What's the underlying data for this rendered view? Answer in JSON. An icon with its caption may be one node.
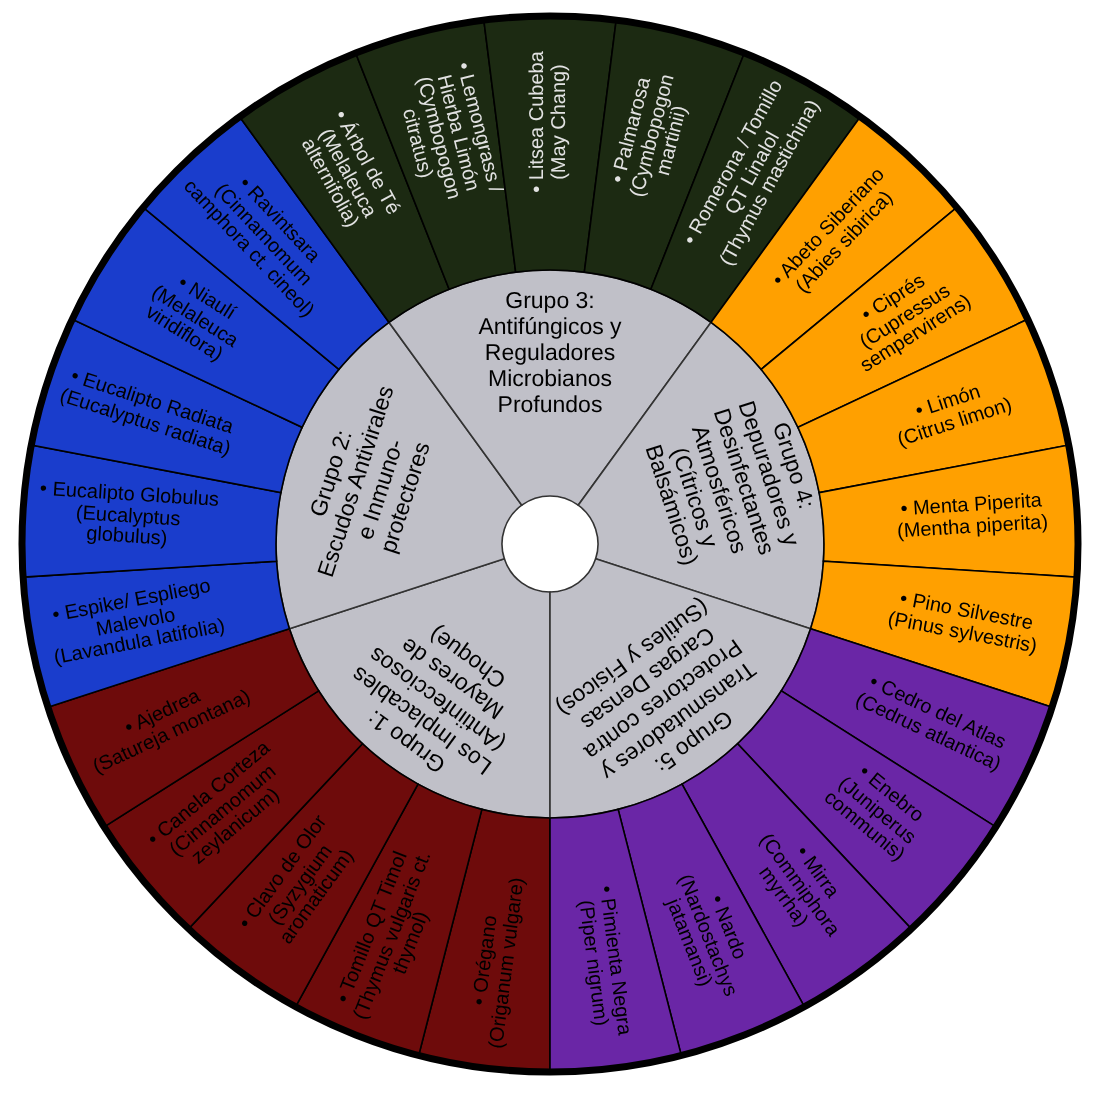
{
  "diagram": {
    "nodes": [
      {
        "text": [
          "Grupo 1:",
          "Los Implacables (Antiinfecciosos Mayores de Choque)"
        ]
      },
      {
        "text": [
          "• Orégano",
          "(Origanum vulgare)"
        ]
      },
      {
        "text": [
          "• Tomillo QT Timol",
          "(Thymus vulgaris ct. thymol)"
        ]
      },
      {
        "text": [
          "• Clavo de Olor",
          "(Syzygium aromaticum)"
        ]
      },
      {
        "text": [
          "• Canela Corteza",
          "(Cinnamomum zeylanicum)"
        ]
      },
      {
        "text": [
          "• Ajedrea",
          "(Satureja montana)"
        ]
      },
      {
        "text": [
          "Grupo 2:",
          "Escudos Antivirales e Inmuno-protectores"
        ]
      },
      {
        "text": [
          "• Espike/ Espliego Malevolo",
          "(Lavandula latifolia)"
        ]
      },
      {
        "text": [
          "• Eucalipto Globulus",
          "(Eucalyptus globulus)"
        ]
      },
      {
        "text": [
          "• Eucalipto Radiata",
          "(Eucalyptus radiata)"
        ]
      },
      {
        "text": [
          "• Niaulí",
          "(Melaleuca viridiflora)"
        ]
      },
      {
        "text": [
          "• Ravintsara",
          "(Cinnamomum camphora ct. cineol)"
        ]
      },
      {
        "text": [
          "Grupo 3:",
          "Antifúngicos y Reguladores Microbianos Profundos"
        ]
      },
      {
        "text": [
          "• Árbol de Té",
          "(Melaleuca alternifolia)"
        ]
      },
      {
        "text": [
          "• Lemongrass / Hierba Limón",
          "(Cymbopogon citratus)"
        ]
      },
      {
        "text": [
          "• Litsea Cubeba",
          "(May Chang)"
        ]
      },
      {
        "text": [
          "• Palmarosa",
          "(Cymbopogon martinii)"
        ]
      },
      {
        "text": [
          "• Romerona / Tomillo QT Linalol",
          "(Thymus mastichina)"
        ]
      },
      {
        "text": [
          "Grupo 4:",
          "Depuradores y Desinfectantes Atmosféricos (Cítricos y Balsámicos)"
        ]
      },
      {
        "text": [
          "• Abeto Siberiano",
          "(Abies sibirica)"
        ]
      },
      {
        "text": [
          "• Ciprés",
          "(Cupressus sempervirens)"
        ]
      },
      {
        "text": [
          "• Limón",
          "(Citrus limon)"
        ]
      },
      {
        "text": [
          "• Menta Piperita",
          "(Mentha piperita)"
        ]
      },
      {
        "text": [
          "• Pino Silvestre",
          "(Pinus sylvestris)"
        ]
      },
      {
        "text": [
          "Grupo 5:",
          "Transmutadores y Protectores contra Cargas Densas (Sutiles y Físicos)"
        ]
      },
      {
        "text": [
          "• Cedro del Atlas",
          "(Cedrus atlantica)"
        ]
      },
      {
        "text": [
          "• Enebro",
          "(Juniperus communis)"
        ]
      },
      {
        "text": [
          "• Mirra",
          "(Commiphora myrrha)"
        ]
      },
      {
        "text": [
          "• Nardo",
          "(Nardostachys jatamansi)"
        ]
      },
      {
        "text": [
          "• Pimienta Negra",
          "(Piper nigrum)"
        ]
      }
    ]
  }
}
